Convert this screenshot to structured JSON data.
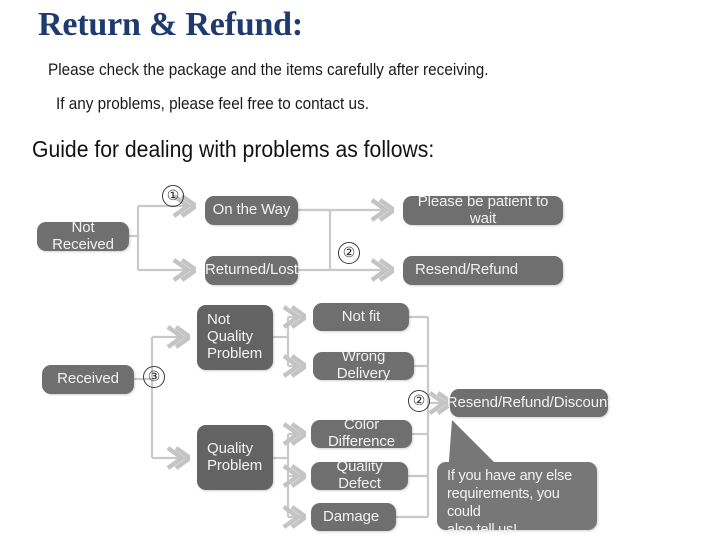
{
  "header": {
    "title": "Return & Refund:",
    "line1": "Please check the package and the items carefully after receiving.",
    "line2": "If any problems, please feel free to contact us.",
    "guide": "Guide for dealing with problems as follows:"
  },
  "colors": {
    "title": "#1e3a6e",
    "node_fill": "#6f6f6f",
    "node_text": "#f2f2f2",
    "connector": "#c9c9c9",
    "background": "#ffffff"
  },
  "flowchart": {
    "markers": [
      {
        "id": "marker-1",
        "label": "①"
      },
      {
        "id": "marker-2a",
        "label": "②"
      },
      {
        "id": "marker-3",
        "label": "③"
      },
      {
        "id": "marker-2b",
        "label": "②"
      }
    ],
    "nodes": [
      {
        "id": "not-received",
        "label": "Not Received"
      },
      {
        "id": "on-the-way",
        "label": "On the Way"
      },
      {
        "id": "returned-lost",
        "label": "Returned/Lost"
      },
      {
        "id": "please-be-patient",
        "label": "Please be patient to wait"
      },
      {
        "id": "resend-refund",
        "label": "Resend/Refund"
      },
      {
        "id": "received",
        "label": "Received"
      },
      {
        "id": "not-quality-problem",
        "label": "Not\nQuality\nProblem"
      },
      {
        "id": "quality-problem",
        "label": "Quality\nProblem"
      },
      {
        "id": "not-fit",
        "label": "Not fit"
      },
      {
        "id": "wrong-delivery",
        "label": "Wrong Delivery"
      },
      {
        "id": "color-difference",
        "label": "Color Difference"
      },
      {
        "id": "quality-defect",
        "label": "Quality Defect"
      },
      {
        "id": "damage",
        "label": "Damage"
      },
      {
        "id": "resend-refund-discount",
        "label": "Resend/Refund/Discount"
      }
    ],
    "callout": {
      "text": "If you have any else\nrequirements, you could\nalso tell us!"
    }
  }
}
